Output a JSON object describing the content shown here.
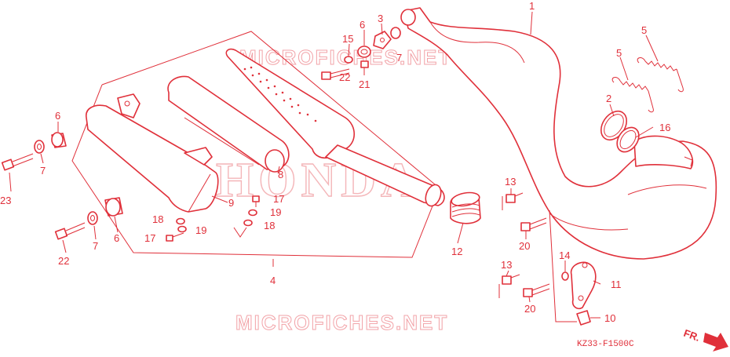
{
  "colors": {
    "line": "#e0303a",
    "watermark": "#f2a3a8",
    "brand": "#f4b6b9"
  },
  "watermark": {
    "top": "MICROFICHES.NET",
    "bottom": "MICROFICHES.NET"
  },
  "brand_text": "HONDA",
  "diagram_code": "KZ33-F1500C",
  "direction_label": "FR.",
  "callouts": {
    "c1": "1",
    "c2": "2",
    "c3": "3",
    "c4": "4",
    "c5a": "5",
    "c5b": "5",
    "c6a": "6",
    "c6b": "6",
    "c6c": "6",
    "c7a": "7",
    "c7b": "7",
    "c7c": "7",
    "c8": "8",
    "c9": "9",
    "c10": "10",
    "c11": "11",
    "c12": "12",
    "c13a": "13",
    "c13b": "13",
    "c14": "14",
    "c15": "15",
    "c16": "16",
    "c17a": "17",
    "c17b": "17",
    "c18a": "18",
    "c18b": "18",
    "c19a": "19",
    "c19b": "19",
    "c20a": "20",
    "c20b": "20",
    "c21": "21",
    "c22a": "22",
    "c22b": "22",
    "c23": "23"
  }
}
